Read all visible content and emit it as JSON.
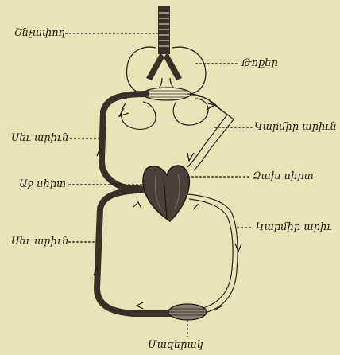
{
  "labels": {
    "trachea": "Շնչափող",
    "lungs": "Թոքեր",
    "dark_blood_upper": "Սեւ արիւն",
    "red_blood_upper": "Կարմիր արիւն",
    "right_heart": "Աջ սիրտ",
    "left_heart": "Ձախ սիրտ",
    "dark_blood_lower": "Սեւ արիւն",
    "red_blood_lower": "Կարմիր արիւ",
    "body_tissue": "Մազերակ"
  }
}
